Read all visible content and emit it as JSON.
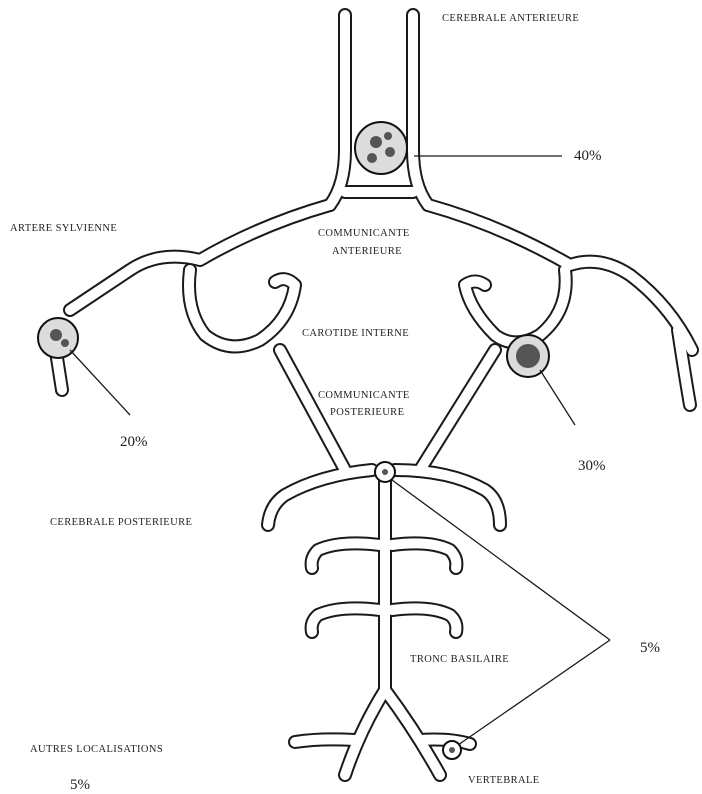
{
  "labels": {
    "cerebrale_anterieure": "CEREBRALE ANTERIEURE",
    "artere_sylvienne": "ARTERE SYLVIENNE",
    "communicante_anterieure_1": "COMMUNICANTE",
    "communicante_anterieure_2": "ANTERIEURE",
    "carotide_interne": "CAROTIDE INTERNE",
    "communicante_posterieure_1": "COMMUNICANTE",
    "communicante_posterieure_2": "POSTERIEURE",
    "cerebrale_posterieure": "CEREBRALE POSTERIEURE",
    "tronc_basilaire": "TRONC BASILAIRE",
    "autres_localisations": "AUTRES LOCALISATIONS",
    "vertebrale": "VERTEBRALE"
  },
  "percentages": {
    "anterior_communicating": "40%",
    "left_sylvian": "20%",
    "right_carotid": "30%",
    "basilar": "5%",
    "other_locations": "5%"
  }
}
